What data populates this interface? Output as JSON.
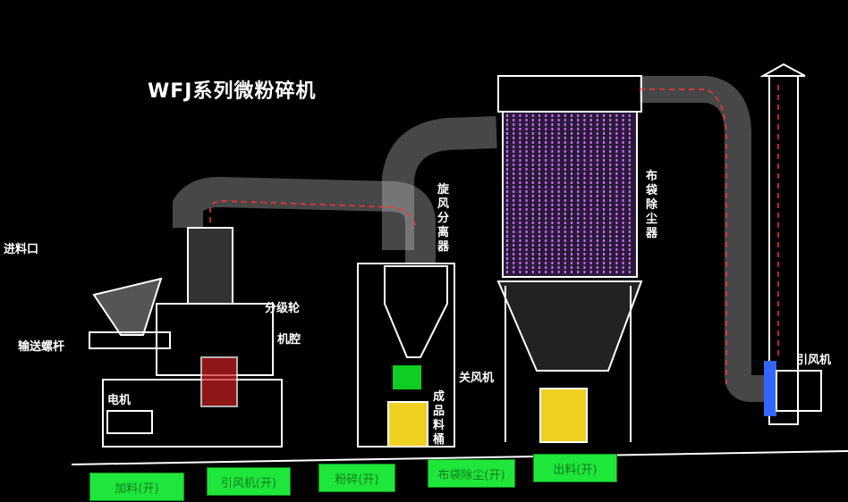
{
  "title": "WFJ系列微粉碎机",
  "labels": {
    "feed_inlet": "进料口",
    "screw_conveyor": "输送螺杆",
    "motor": "电机",
    "classifier_wheel": "分级轮",
    "chamber": "机腔",
    "cyclone": "旋风分离器",
    "bag_filter": "布袋除尘器",
    "rotary_valve": "关风机",
    "product_bin": "成品料桶",
    "induced_fan": "引风机"
  },
  "buttons": [
    {
      "label": "加料(开)"
    },
    {
      "label": "引风机(开)"
    },
    {
      "label": "粉碎(开)"
    },
    {
      "label": "布袋除尘(开)"
    },
    {
      "label": "出料(开)"
    }
  ],
  "colors": {
    "button": "#1ee63a",
    "flow": "#ff3030",
    "bags": "#d070ff",
    "bin": "#f0d020"
  }
}
